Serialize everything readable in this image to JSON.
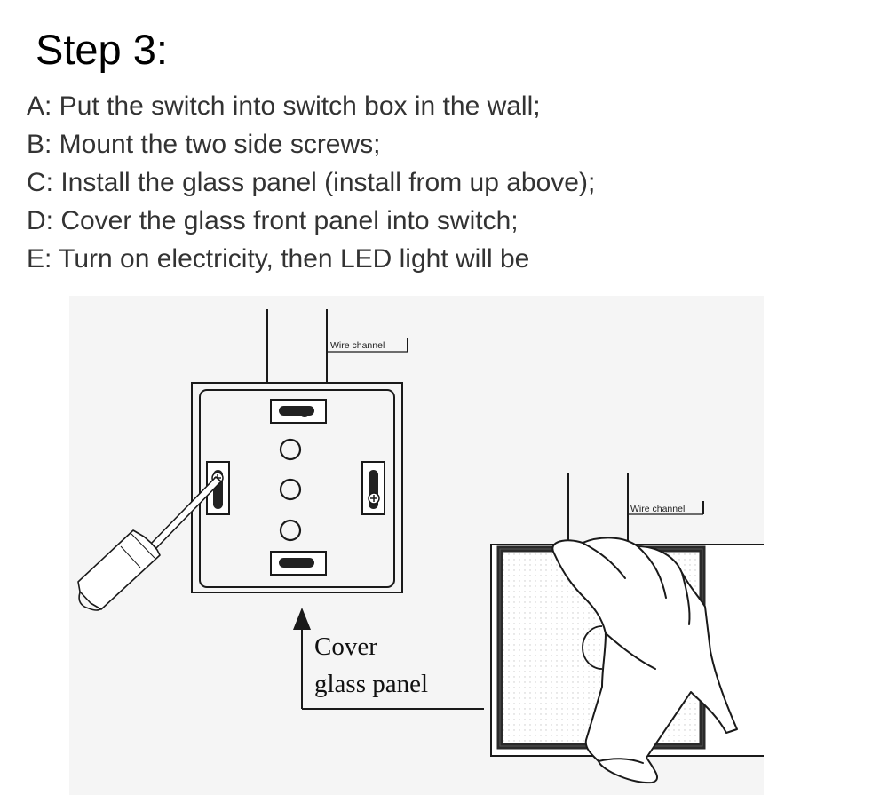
{
  "title": "Step 3:",
  "instructions": [
    "A: Put the switch into switch box in the wall;",
    "B: Mount the two side screws;",
    "C: Install the glass panel (install from up above);",
    "D: Cover the glass front panel into switch;",
    "E: Turn on electricity, then LED light will be"
  ],
  "diagram": {
    "wire_label_left": "Wire channel",
    "wire_label_right": "Wire channel",
    "callout_line1": "Cover",
    "callout_line2": "glass panel",
    "background": "#f5f5f5",
    "stroke": "#1a1a1a"
  }
}
